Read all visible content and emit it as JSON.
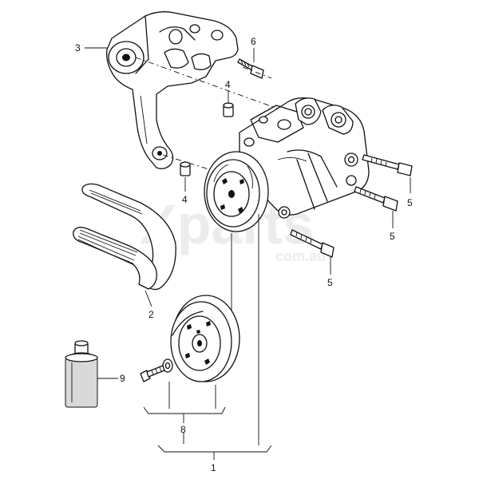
{
  "watermark": {
    "brand": "Xparts",
    "domain": "com.au"
  },
  "callouts": [
    {
      "id": "c3",
      "label": "3"
    },
    {
      "id": "c6",
      "label": "6"
    },
    {
      "id": "c4a",
      "label": "4"
    },
    {
      "id": "c4b",
      "label": "4"
    },
    {
      "id": "c5a",
      "label": "5"
    },
    {
      "id": "c5b",
      "label": "5"
    },
    {
      "id": "c5c",
      "label": "5"
    },
    {
      "id": "c2",
      "label": "2"
    },
    {
      "id": "c9",
      "label": "9"
    },
    {
      "id": "c8",
      "label": "8"
    },
    {
      "id": "c1",
      "label": "1"
    }
  ]
}
